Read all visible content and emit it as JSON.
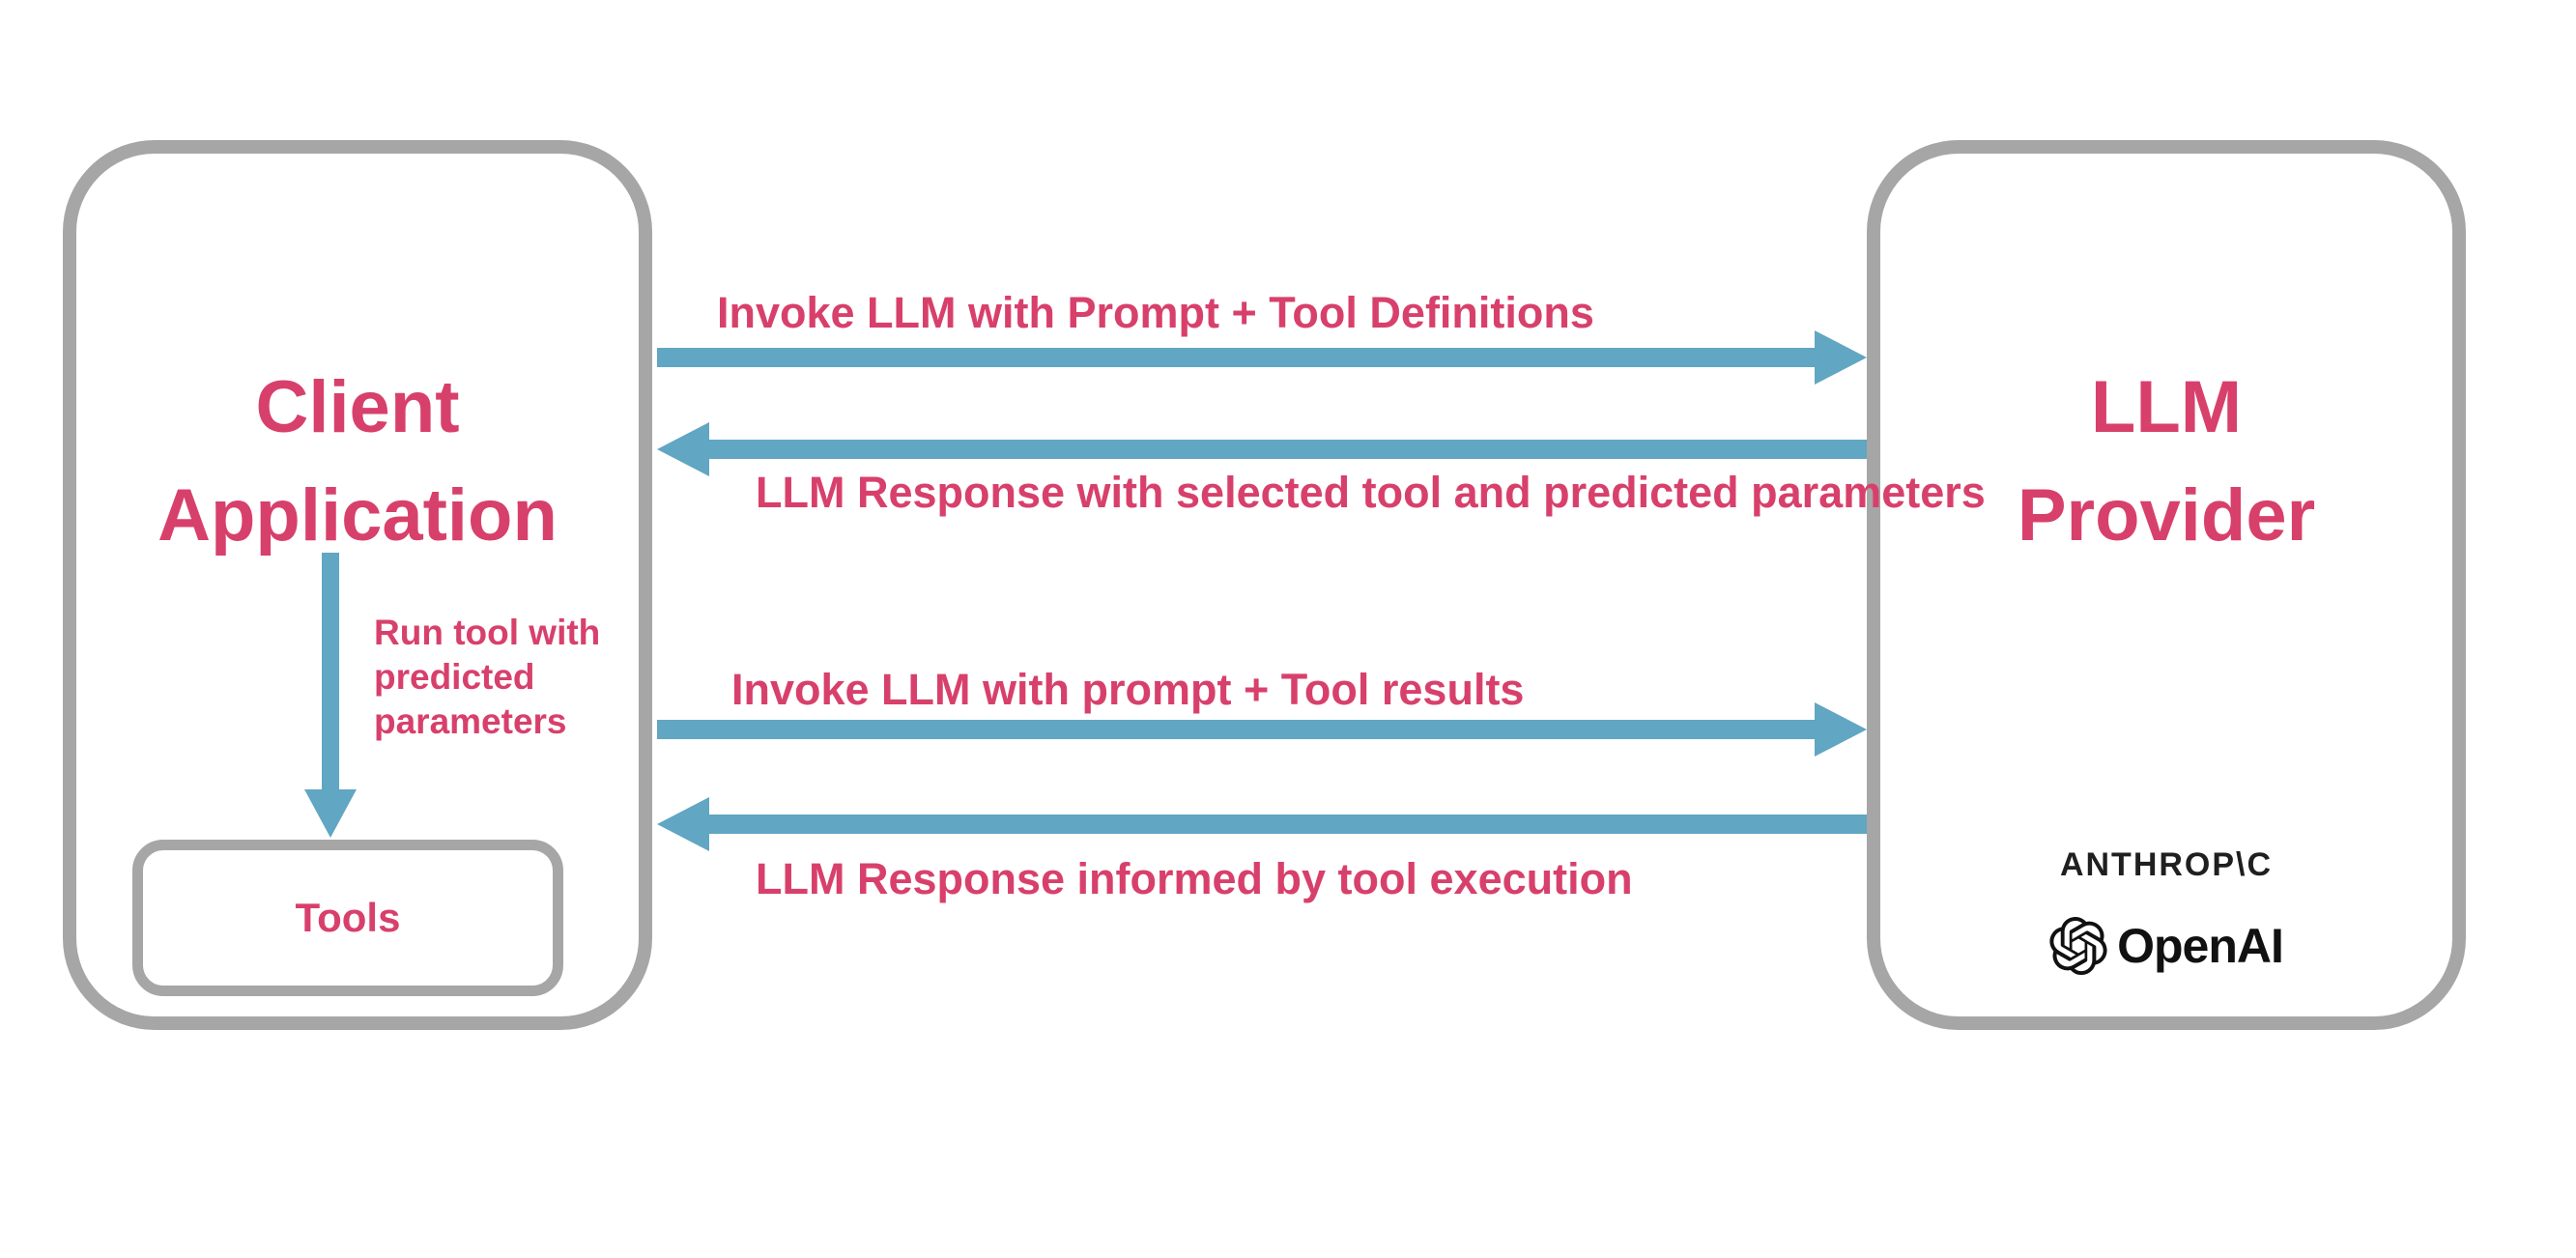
{
  "colors": {
    "pink": "#d8406c",
    "blue": "#61a6c2",
    "gray": "#a6a6a6",
    "ink": "#1d1d1d",
    "background": "#ffffff"
  },
  "client_box": {
    "title_lines": [
      "Client",
      "Application"
    ],
    "tools_label": "Tools"
  },
  "provider_box": {
    "title_lines": [
      "LLM",
      "Provider"
    ],
    "logos": {
      "anthropic_wordmark": "ANTHROP\\C",
      "openai_wordmark": "OpenAI",
      "openai_icon": "openai-logo-icon"
    }
  },
  "arrows": [
    {
      "id": "invoke-with-tool-definitions",
      "direction": "right",
      "label": "Invoke LLM with Prompt + Tool Definitions"
    },
    {
      "id": "response-with-selected-tool",
      "direction": "left",
      "label": "LLM Response with selected tool and predicted parameters"
    },
    {
      "id": "invoke-with-tool-results",
      "direction": "right",
      "label": "Invoke LLM with prompt + Tool results"
    },
    {
      "id": "response-informed-by-tool",
      "direction": "left",
      "label": "LLM Response informed by tool execution"
    },
    {
      "id": "run-tool",
      "direction": "down",
      "label": "Run tool with predicted parameters"
    }
  ]
}
